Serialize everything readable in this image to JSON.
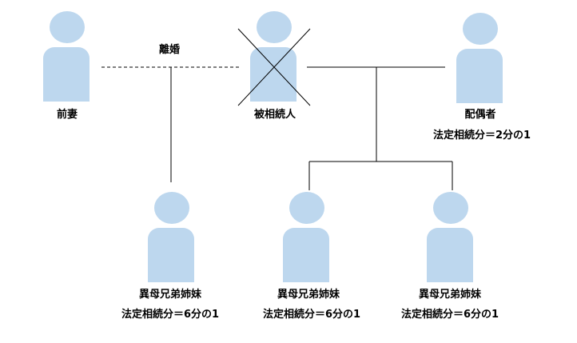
{
  "labels": {
    "divorce": "離婚",
    "former_spouse": "前妻",
    "deceased": "被相続人",
    "spouse": "配偶者",
    "spouse_share": "法定相続分＝2分の1",
    "half_sibling": "異母兄弟姉妹",
    "half_sibling_share": "法定相続分＝6分の1"
  },
  "colors": {
    "figure": "#bdd7ee",
    "line": "#000000"
  }
}
